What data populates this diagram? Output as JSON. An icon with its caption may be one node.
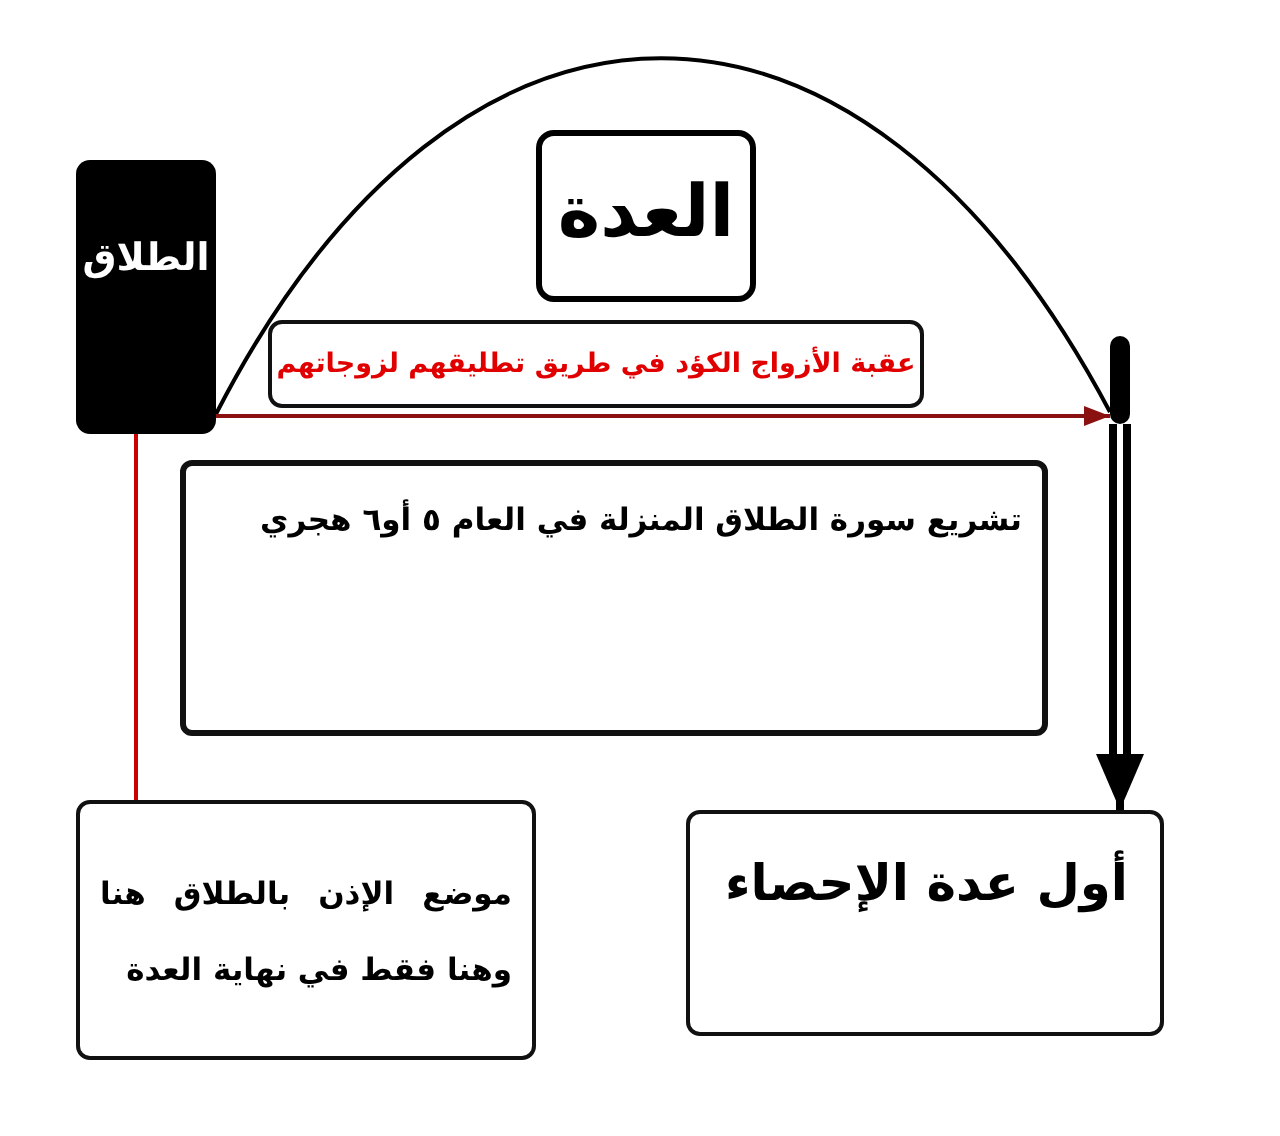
{
  "diagram": {
    "nodes": [
      {
        "text": [
          "الطلاق"
        ]
      },
      {
        "text": [
          "العدة"
        ]
      },
      {
        "text": [
          "عقبة الأزواج الكؤد في طريق تطليقهم لزوجاتهم"
        ]
      },
      {
        "text": [],
        "shape": "bar"
      },
      {
        "text": [
          "تشريع سورة الطلاق المنزلة في العام ٥ أو٦ هجري"
        ]
      },
      {
        "text": [
          "موضع الإذن بالطلاق هنا وهنا فقط في نهاية العدة"
        ]
      },
      {
        "text": [
          "أول عدة الإحصاء"
        ]
      }
    ],
    "edges": [
      {
        "from": 0,
        "to": 3,
        "arrow": "none"
      },
      {
        "from": 0,
        "to": 3,
        "arrow": "to",
        "color": "#8b1111"
      },
      {
        "from": 0,
        "to": 5,
        "arrow": "none",
        "color": "#cc0000"
      },
      {
        "from": 3,
        "to": 6,
        "arrow": "to",
        "style": "thick"
      }
    ]
  }
}
